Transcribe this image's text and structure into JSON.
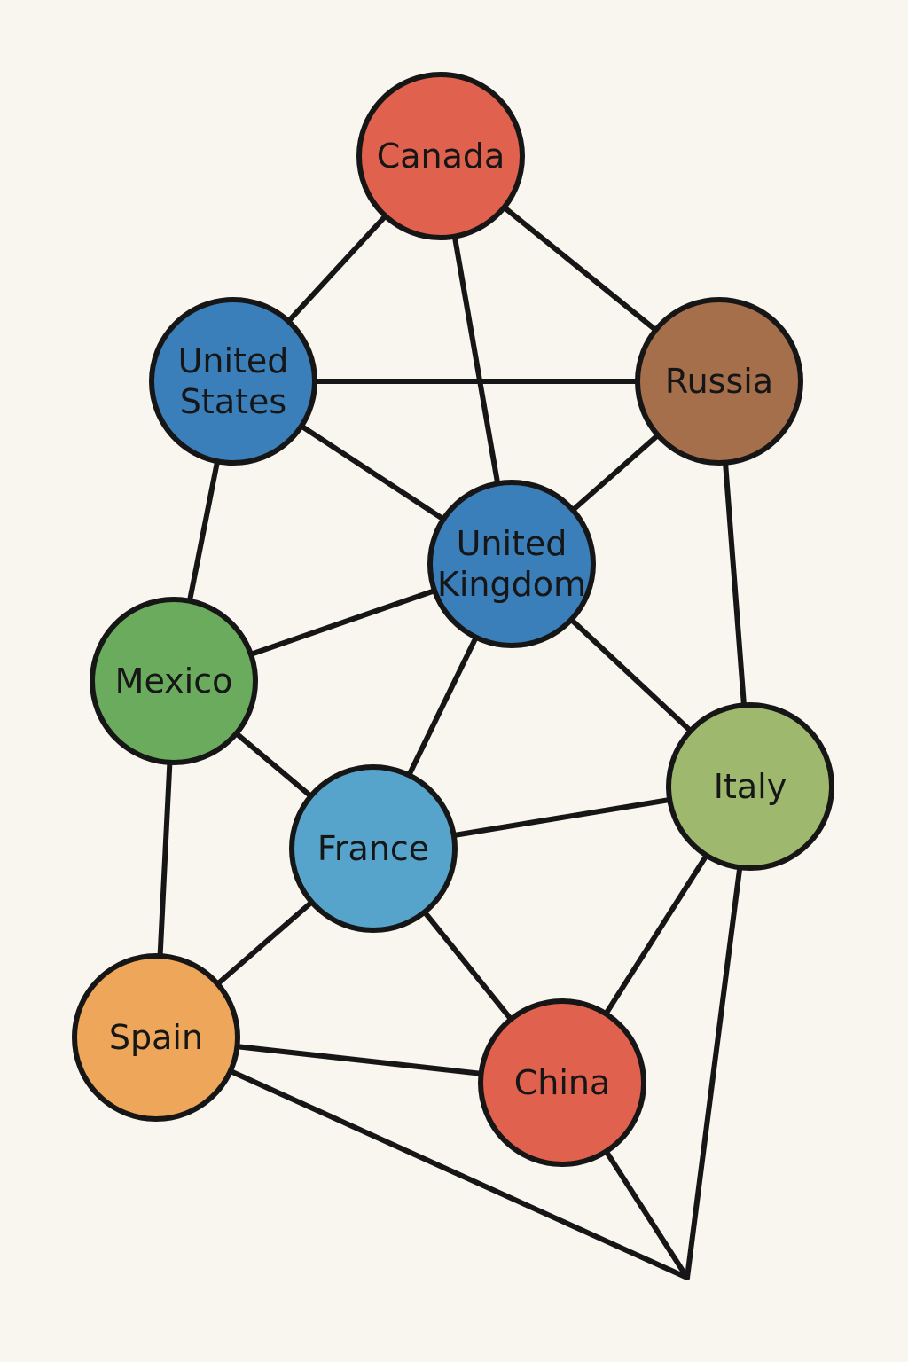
{
  "colors": {
    "background": "#f9f5ef",
    "stroke": "#161616",
    "red": "#e0614d",
    "blue_dark": "#3a7fba",
    "blue_light": "#56a4cb",
    "brown": "#a66f4c",
    "green": "#6bab5d",
    "olive": "#9eb96e",
    "orange": "#eea65a"
  },
  "nodes": [
    {
      "id": "canada",
      "lines": [
        "Canada"
      ],
      "color": "#e0614d"
    },
    {
      "id": "united-states",
      "lines": [
        "United",
        "States"
      ],
      "color": "#3a7fba"
    },
    {
      "id": "russia",
      "lines": [
        "Russia"
      ],
      "color": "#a66f4c"
    },
    {
      "id": "united-kingdom",
      "lines": [
        "United",
        "Kingdom"
      ],
      "color": "#3a7fba"
    },
    {
      "id": "mexico",
      "lines": [
        "Mexico"
      ],
      "color": "#6bab5d"
    },
    {
      "id": "italy",
      "lines": [
        "Italy"
      ],
      "color": "#9eb96e"
    },
    {
      "id": "france",
      "lines": [
        "France"
      ],
      "color": "#56a4cb"
    },
    {
      "id": "spain",
      "lines": [
        "Spain"
      ],
      "color": "#eea65a"
    },
    {
      "id": "china",
      "lines": [
        "China"
      ],
      "color": "#e0614d"
    }
  ],
  "edges": [
    [
      "canada",
      "united-states"
    ],
    [
      "canada",
      "russia"
    ],
    [
      "canada",
      "united-kingdom"
    ],
    [
      "united-states",
      "russia"
    ],
    [
      "united-states",
      "united-kingdom"
    ],
    [
      "united-states",
      "mexico"
    ],
    [
      "russia",
      "united-kingdom"
    ],
    [
      "russia",
      "italy"
    ],
    [
      "united-kingdom",
      "mexico"
    ],
    [
      "united-kingdom",
      "france"
    ],
    [
      "united-kingdom",
      "italy"
    ],
    [
      "mexico",
      "france"
    ],
    [
      "mexico",
      "spain"
    ],
    [
      "france",
      "italy"
    ],
    [
      "france",
      "spain"
    ],
    [
      "france",
      "china"
    ],
    [
      "italy",
      "china"
    ],
    [
      "spain",
      "china"
    ],
    [
      "italy",
      "corner"
    ],
    [
      "spain",
      "corner"
    ],
    [
      "china",
      "corner"
    ]
  ]
}
